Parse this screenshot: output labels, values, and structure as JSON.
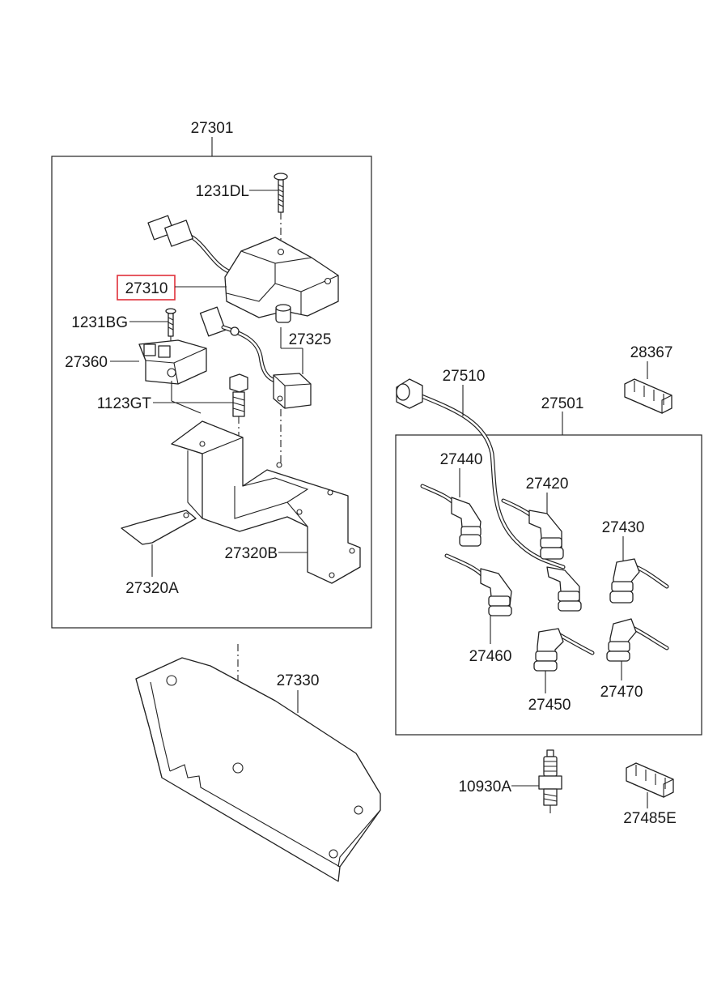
{
  "labels": {
    "l27301": "27301",
    "l1231DL": "1231DL",
    "l27310": "27310",
    "l1231BG": "1231BG",
    "l27325": "27325",
    "l27360": "27360",
    "l1123GT": "1123GT",
    "l27320B": "27320B",
    "l27320A": "27320A",
    "l27330": "27330",
    "l28367": "28367",
    "l27510": "27510",
    "l27501": "27501",
    "l27440": "27440",
    "l27420": "27420",
    "l27430": "27430",
    "l27460": "27460",
    "l27450": "27450",
    "l27470": "27470",
    "l10930A": "10930A",
    "l27485E": "27485E"
  },
  "highlight": {
    "part": "27310",
    "color": "#e0303a"
  }
}
